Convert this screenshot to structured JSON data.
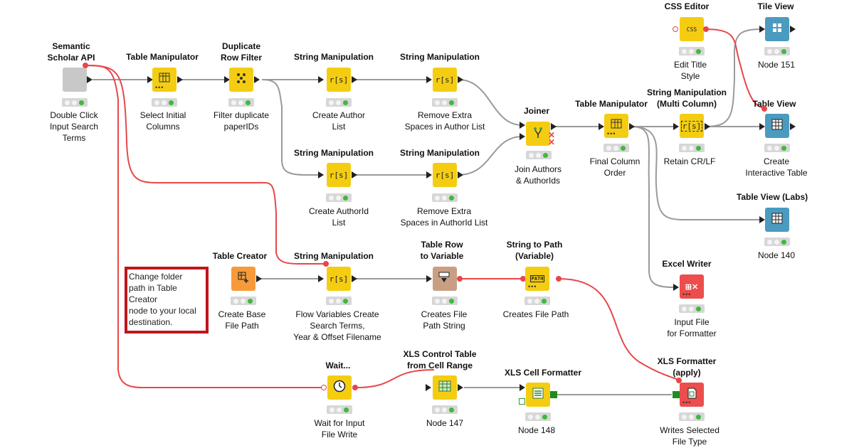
{
  "annotation": "Change folder\npath in Table\nCreator\nnode to your local\ndestination.",
  "colors": {
    "data_wire": "#9a9a9a",
    "variable_wire": "#e8474a",
    "manipulator": "#f4cd12",
    "view": "#4b9bc0",
    "sink": "#ec4d4d",
    "creator": "#f79b3a",
    "flow": "#c99f84",
    "source": "#c8c8c8",
    "annotation_border": "#c0141a",
    "ok_status": "#3dba3d"
  },
  "nodes": {
    "semantic": {
      "title": "Semantic\nScholar API",
      "caption": "Double Click\nInput Search\nTerms",
      "icon": "component-icon"
    },
    "tm1": {
      "title": "Table Manipulator",
      "caption": "Select Initial\nColumns",
      "icon": "table-manipulator-icon"
    },
    "dup": {
      "title": "Duplicate\nRow Filter",
      "caption": "Filter duplicate\npaperIDs",
      "icon": "row-filter-icon"
    },
    "sm_author": {
      "title": "String Manipulation",
      "caption": "Create Author\nList",
      "icon": "string-manipulation-icon"
    },
    "sm_spaces": {
      "title": "String Manipulation",
      "caption": "Remove Extra\nSpaces in Author List",
      "icon": "string-manipulation-icon"
    },
    "sm_authorid": {
      "title": "String Manipulation",
      "caption": "Create AuthorId\nList",
      "icon": "string-manipulation-icon"
    },
    "sm_spaces_id": {
      "title": "String Manipulation",
      "caption": "Remove Extra\nSpaces in AuthorId List",
      "icon": "string-manipulation-icon"
    },
    "joiner": {
      "title": "Joiner",
      "caption": "Join Authors\n& AuthorIds",
      "icon": "joiner-icon"
    },
    "tm2": {
      "title": "Table Manipulator",
      "caption": "Final Column\nOrder",
      "icon": "table-manipulator-icon"
    },
    "smmc": {
      "title": "String Manipulation\n(Multi Column)",
      "caption": "Retain CR/LF",
      "icon": "string-manipulation-multi-icon"
    },
    "css": {
      "title": "CSS Editor",
      "caption": "Edit Title\nStyle",
      "glyph": "CSS",
      "icon": "css-icon"
    },
    "tile": {
      "title": "Tile View",
      "caption": "Node 151",
      "icon": "tile-view-icon"
    },
    "tableview": {
      "title": "Table View",
      "caption": "Create\nInteractive Table",
      "icon": "table-view-icon"
    },
    "tableview_labs": {
      "title": "Table View (Labs)",
      "caption": "Node 140",
      "icon": "table-view-icon"
    },
    "excel": {
      "title": "Excel Writer",
      "caption": "Input File\nfor Formatter",
      "icon": "excel-writer-icon"
    },
    "tcreator": {
      "title": "Table Creator",
      "caption": "Create Base\nFile Path",
      "icon": "table-creator-icon"
    },
    "sm_flow": {
      "title": "String Manipulation",
      "caption": "Flow Variables Create\nSearch Terms,\nYear & Offset Filename",
      "icon": "string-manipulation-icon"
    },
    "trv": {
      "title": "Table Row\nto Variable",
      "caption": "Creates File\nPath String",
      "icon": "row-to-variable-icon"
    },
    "stp": {
      "title": "String to Path\n(Variable)",
      "caption": "Creates File Path",
      "glyph": "PATH",
      "icon": "path-icon"
    },
    "wait": {
      "title": "Wait...",
      "caption": "Wait for Input\nFile Write",
      "icon": "clock-icon"
    },
    "xlsctrl": {
      "title": "XLS Control Table\nfrom Cell Range",
      "caption": "Node 147",
      "icon": "xls-control-icon"
    },
    "xlscell": {
      "title": "XLS Cell Formatter",
      "caption": "Node 148",
      "icon": "xls-formatter-icon"
    },
    "xlsfmt": {
      "title": "XLS Formatter\n(apply)",
      "caption": "Writes Selected\nFile Type",
      "icon": "xls-apply-icon"
    }
  },
  "glyphs": {
    "string_manipulation": "r[s]",
    "css": "CSS",
    "path": "PATH"
  }
}
